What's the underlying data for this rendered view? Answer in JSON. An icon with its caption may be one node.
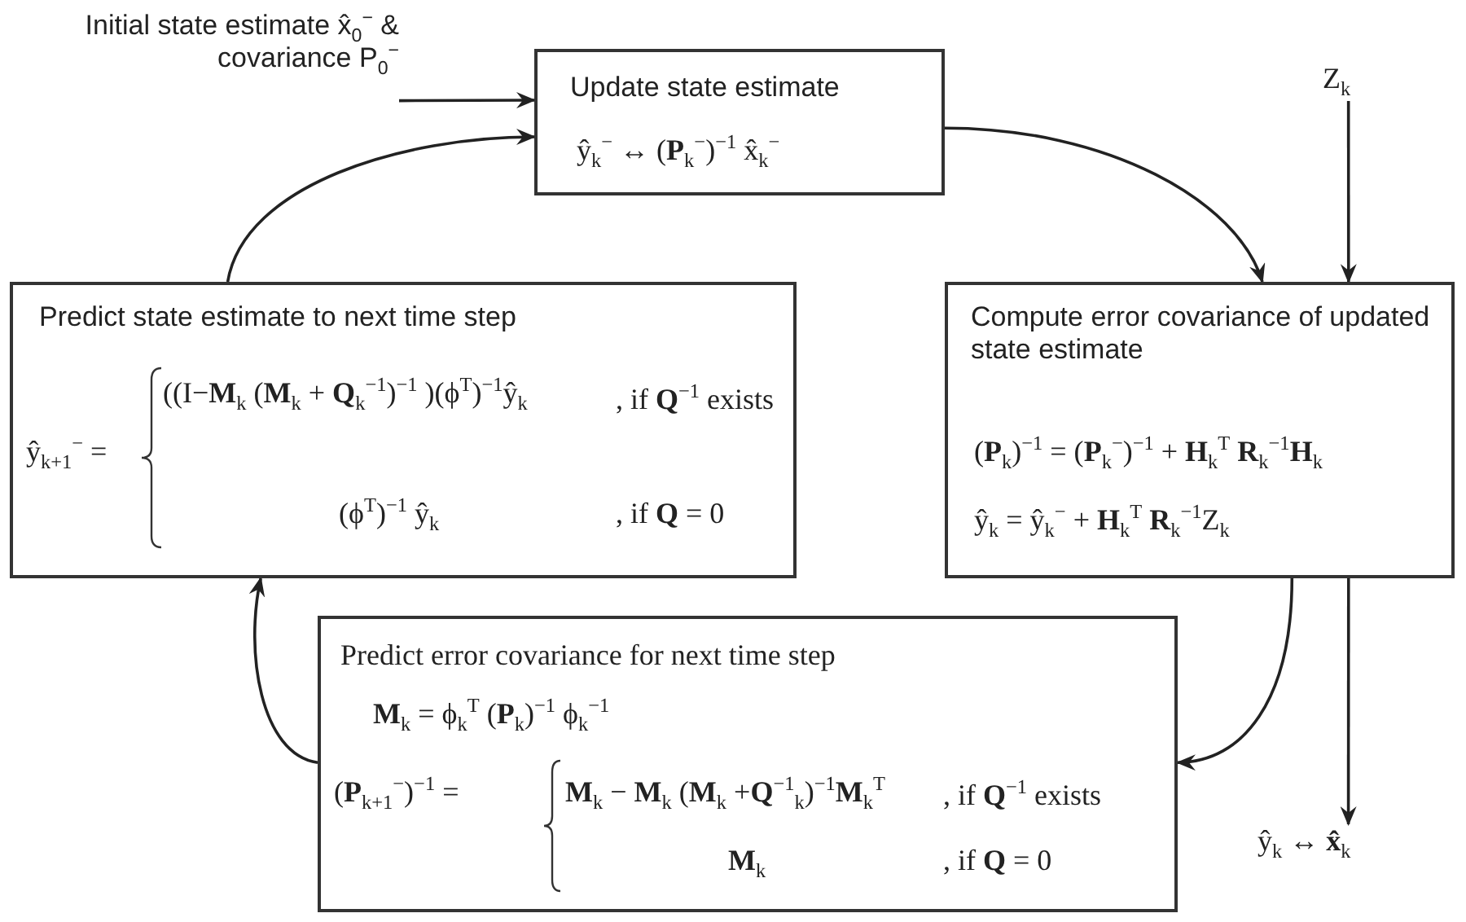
{
  "diagram": {
    "nodes": [
      {
        "text": [
          "Initial state estimate x̂$_{0}$$^{−}$ & covariance P$_{0}$$^{−}$"
        ]
      },
      {
        "text": [
          "Update state estimate",
          "ŷ$_{k}$$^{−}$ ↔ (**P**$_{k}$$^{−}$)$^{−1}$ x̂$_{k}$$^{−}$"
        ]
      },
      {
        "text": [
          "Z$_{k}$"
        ]
      },
      {
        "text": [
          "Compute error covariance of updated state estimate",
          "(**P**$_{k}$)$^{−1}$ = (**P**$_{k}$$^{−}$)$^{−1}$ + **H**$_{k}$$^{T}$ **R**$_{k}$$^{−1}$**H**$_{k}$",
          "ŷ$_{k}$ = ŷ$_{k}$$^{−}$ + **H**$_{k}$$^{T}$ **R**$_{k}$$^{−1}$Z$_{k}$"
        ]
      },
      {
        "text": [
          "Predict state estimate to next time step",
          "ŷ$_{k+1}$$^{−}$ =",
          "((I−**M**$_{k}$ (**M**$_{k}$ + **Q**$_{k}$$^{−1}$)$^{−1}$ )(ϕ$^{T}$)$^{−1}$ŷ$_{k}$",
          ", if **Q**$^{−1}$ exists",
          "(ϕ$^{T}$)$^{−1}$ ŷ$_{k}$",
          ", if **Q** = 0"
        ]
      },
      {
        "text": [
          "Predict error covariance for next time step",
          "**M**$_{k}$ = ϕ$_{k}$$^{T}$ (**P**$_{k}$)$^{−1}$ ϕ$_{k}$$^{−1}$",
          "(**P**$_{k+1}$$^{−}$)$^{−1}$ =",
          "**M**$_{k}$ − **M**$_{k}$ (**M**$_{k}$ +**Q**$^{−1}$$_{k}$)$^{−1}$**M**$_{k}$$^{T}$",
          ", if **Q**$^{−1}$ exists",
          "**M**$_{k}$",
          ", if **Q** = 0"
        ]
      },
      {
        "text": [
          "ŷ$_{k}$ ↔ **x̂**$_{k}$"
        ]
      }
    ],
    "edges": [
      {
        "from": 0,
        "to": 1,
        "arrow": "to"
      },
      {
        "from": 4,
        "to": 1,
        "arrow": "to"
      },
      {
        "from": 1,
        "to": 3,
        "arrow": "to"
      },
      {
        "from": 2,
        "to": 3,
        "arrow": "to"
      },
      {
        "from": 3,
        "to": 5,
        "arrow": "to"
      },
      {
        "from": 3,
        "to": 6,
        "arrow": "to"
      },
      {
        "from": 5,
        "to": 4,
        "arrow": "to"
      }
    ]
  }
}
